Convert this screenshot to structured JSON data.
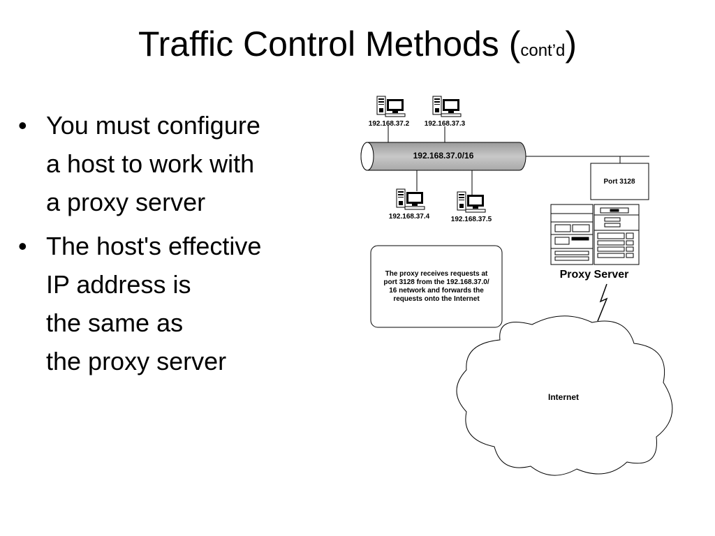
{
  "slide": {
    "title_main": "Traffic Control Methods (",
    "title_small": "cont’d",
    "title_close": ")"
  },
  "bullets": [
    {
      "lines": [
        "You must configure",
        "a host to work with",
        "a proxy server"
      ]
    },
    {
      "lines": [
        "The host's effective",
        "IP address is",
        "the same as",
        "the proxy server"
      ]
    }
  ],
  "diagram": {
    "network_label": "192.168.37.0/16",
    "hosts": [
      "192.168.37.2",
      "192.168.37.3",
      "192.168.37.4",
      "192.168.37.5"
    ],
    "port_label": "Port 3128",
    "proxy_label": "Proxy Server",
    "note_lines": [
      "The proxy receives requests at",
      "port 3128 from the 192.168.37.0/",
      "16 network and forwards the",
      "requests onto the Internet"
    ],
    "internet_label": "Internet"
  }
}
